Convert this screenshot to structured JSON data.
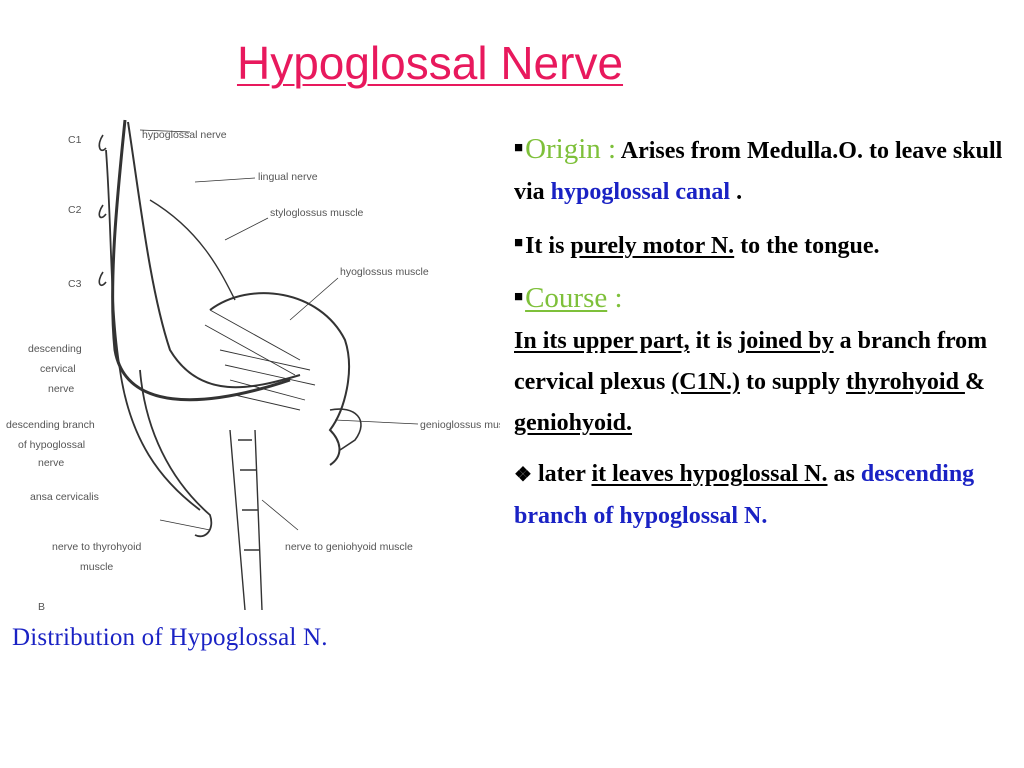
{
  "title": "Hypoglossal Nerve",
  "figure": {
    "caption": "Distribution of Hypoglossal N.",
    "labels": {
      "c1": "C1",
      "c2": "C2",
      "c3": "C3",
      "hypoglossal_nerve": "hypoglossal nerve",
      "lingual_nerve": "lingual nerve",
      "styloglossus_muscle": "styloglossus muscle",
      "hyoglossus_muscle": "hyoglossus muscle",
      "descending_cervical_1": "descending",
      "descending_cervical_2": "cervical",
      "descending_cervical_3": "nerve",
      "descending_branch_1": "descending branch",
      "descending_branch_2": "of hypoglossal",
      "descending_branch_3": "nerve",
      "genioglossus_muscle": "genioglossus muscle",
      "ansa_cervicalis": "ansa cervicalis",
      "nerve_to_thyrohyoid_1": "nerve to thyrohyoid",
      "nerve_to_thyrohyoid_2": "muscle",
      "nerve_to_geniohyoid": "nerve to geniohyoid muscle",
      "panel_letter": "B"
    }
  },
  "content": {
    "origin": {
      "heading": "Origin :",
      "text1": " Arises from Medulla.O. to leave skull via ",
      "link": "hypoglossal canal",
      "text2": " ."
    },
    "motor": {
      "text1": "It is ",
      "underlined": "purely motor N.",
      "text2": " to the tongue."
    },
    "course": {
      "heading": "Course",
      "colon": " :",
      "part1": "In its upper part,",
      "text1": " it is ",
      "part2": "joined by",
      "text2": " a branch from cervical plexus ",
      "part3": "(C1N.)",
      "text3": " to supply ",
      "part4": "thyrohyoid ",
      "text4": "  & ",
      "part5": "geniohyoid."
    },
    "later": {
      "text1": " later  ",
      "underlined": "it leaves hypoglossal N.",
      "text2": " as ",
      "blue": "descending branch of hypoglossal N."
    }
  }
}
